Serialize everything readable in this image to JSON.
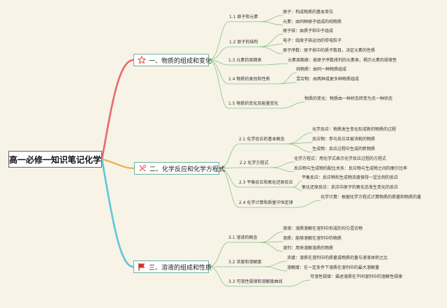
{
  "root": {
    "title": "高一必修一知识笔记化学"
  },
  "branches": [
    {
      "label": "一、物质的组成和变化",
      "icon": "star-outline-icon",
      "color": "#e8635a"
    },
    {
      "label": "二、化学反应和化学方程式",
      "icon": "scissors-icon",
      "color": "#e8635a"
    },
    {
      "label": "三、溶液的组成和性质",
      "icon": "flag-icon",
      "color": "#d9332b"
    }
  ],
  "subs": [
    "1.1 原子和元素",
    "1.2 原子的结构",
    "1.3 元素的周期表",
    "1.4 物质的类别和性质",
    "1.5 物质的变化及能量变化",
    "2.1 化学反应的基本概念",
    "2.2 化学方程式",
    "2.3 平衡反应和氧化还原反应",
    "2.4 化学计算和质量守恒定律",
    "3.1 溶液的概念",
    "3.2 浓度和溶解度",
    "3.3 可溶性规律和溶解度曲线"
  ],
  "leaves": [
    "原子：构成物质的基本单位",
    "元素：由同种原子组成的纯物质",
    "原子核：由质子和中子组成",
    "电子：绕原子核运动的带电粒子",
    "原子序数：原子核中的质子数目，决定元素的性质",
    "元素周期表：按原子序数排列的元素表，揭示元素的规律性",
    "纯物质：由同一种物质组成",
    "混合物：由两种或更多种物质组成",
    "物质的变化：物质由一种状态转变为另一种状态",
    "化学反应：物质发生变化形成新的物质的过程",
    "反应物：参与反应且被消耗的物质",
    "生成物：反应过程中生成的新物质",
    "化学方程式：用化学式表示化学反应过程的方程式",
    "反应物与生成物的配比关系：反应物与生成物之间的摩尔比率",
    "平衡反应：反应物和生成物浓度保持一定比例的反应",
    "氧化还原反应：反应中原子的氧化态发生变化的反应",
    "化学计算：根据化学方程式计算物质的质量和物质的量",
    "溶液：溶质溶解在溶剂中形成的均匀混合物",
    "溶质：能够溶解在溶剂中的物质",
    "溶剂：用来溶解溶质的物质",
    "浓度：溶质在溶剂中的质量或物质的量与溶液体积之比",
    "溶解度：在一定条件下溶质在溶剂中的最大溶解量",
    "可溶性规律：描述溶质在不同溶剂中的溶解性规律"
  ]
}
